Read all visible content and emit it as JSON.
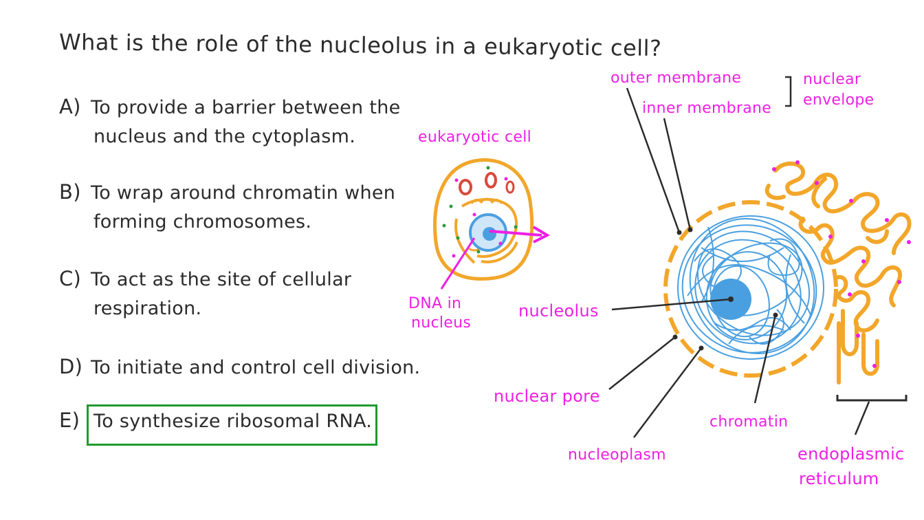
{
  "question": "What is the role of the nucleolus in a eukaryotic cell?",
  "options": [
    {
      "letter": "A)",
      "line1": "To provide a barrier between the",
      "line2": "nucleus and the cytoplasm."
    },
    {
      "letter": "B)",
      "line1": "To wrap around chromatin when",
      "line2": "forming chromosomes."
    },
    {
      "letter": "C)",
      "line1": "To act as the site of cellular",
      "line2": "respiration."
    },
    {
      "letter": "D)",
      "line1": "To initiate and control cell division.",
      "line2": ""
    },
    {
      "letter": "E)",
      "line1": "To synthesize ribosomal RNA.",
      "line2": ""
    }
  ],
  "correct_option": "E",
  "labels": {
    "eukaryotic_cell": "eukaryotic cell",
    "dna_in_nucleus_1": "DNA in",
    "dna_in_nucleus_2": "nucleus",
    "outer_membrane": "outer membrane",
    "inner_membrane": "inner membrane",
    "nuclear_envelope_1": "nuclear",
    "nuclear_envelope_2": "envelope",
    "nucleolus": "nucleolus",
    "nuclear_pore": "nuclear pore",
    "nucleoplasm": "nucleoplasm",
    "chromatin": "chromatin",
    "endoplasmic_reticulum_1": "endoplasmic",
    "endoplasmic_reticulum_2": "reticulum"
  },
  "colors": {
    "label": "#ee1fe3",
    "membrane": "#f2a62a",
    "chromatin": "#4a9fe0",
    "correct_box": "#1f9a2e",
    "mitochondria": "#d84a3a",
    "ribosome_dots": "#2d9a3a",
    "leader_lines": "#2b2b2b"
  }
}
